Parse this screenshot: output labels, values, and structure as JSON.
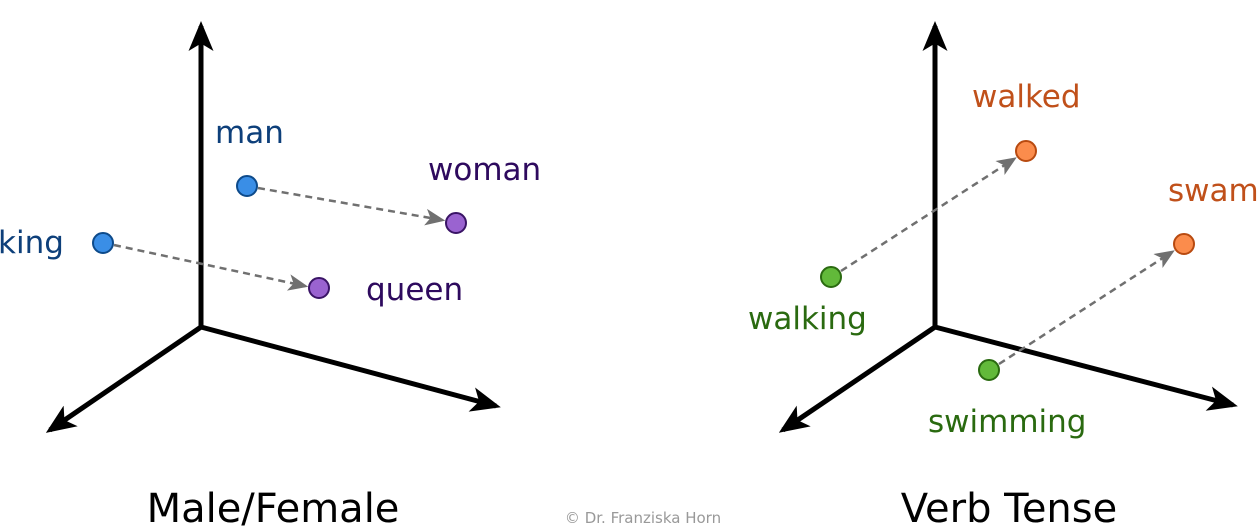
{
  "colors": {
    "male_fill": "#3a8ee6",
    "male_stroke": "#0d4a8a",
    "male_text": "#0d3f7a",
    "female_fill": "#9a63d0",
    "female_stroke": "#3a1466",
    "female_text": "#2e0a5e",
    "present_fill": "#62b93a",
    "present_stroke": "#2a6a10",
    "present_text": "#2a6a10",
    "past_fill": "#fb8c4c",
    "past_stroke": "#b84a10",
    "past_text": "#c0501a"
  },
  "left_panel": {
    "title": "Male/Female",
    "words": {
      "man": "man",
      "woman": "woman",
      "king": "king",
      "queen": "queen"
    }
  },
  "right_panel": {
    "title": "Verb Tense",
    "words": {
      "walking": "walking",
      "walked": "walked",
      "swimming": "swimming",
      "swam": "swam"
    }
  },
  "copyright": "© Dr. Franziska Horn"
}
